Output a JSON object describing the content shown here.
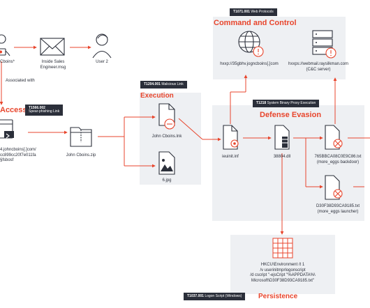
{
  "colors": {
    "accent": "#e8452c",
    "dark": "#2b2f3a",
    "panel": "#eef0f3"
  },
  "top": {
    "user1": "Cboins*",
    "email": "Inside Sales\nEngineer.msg",
    "user2": "User 2",
    "associated": "Associated with"
  },
  "initial_access": {
    "heading": "Access",
    "tag_id": "T1566.002",
    "tag_text": "Spear-phishing Link",
    "url": "4.johncboins[.]com/\ncc899cc20f7e011fa\n§fsbosf",
    "zip": "John Cboins.zip"
  },
  "execution": {
    "heading": "Execution",
    "tag_id": "T1204.001",
    "tag_text": "Malicious Link",
    "lnk": "John Cboins.lnk",
    "jpg": "6.jpg"
  },
  "c2": {
    "heading": "Command and Control",
    "tag_id": "T1071.001",
    "tag_text": "Web Protocols",
    "url1": "hxxp://35gbhv.jogncboins[.]com",
    "url2": "hxxps://webmail.raysilkman.com\n(C&C server)"
  },
  "defense": {
    "heading": "Defense Evasion",
    "tag_id": "T1218",
    "tag_text": "System Binary Proxy Execution",
    "inf": "ieuinit.inf",
    "dll": "38804.dll",
    "backdoor": "765BBCA08C0E9C86.txt\n(more_eggs backdoor)",
    "launcher": "D30F38D93CA9185.txt\n(more_eggs launcher)"
  },
  "persistence": {
    "heading": "Persistence",
    "tag_id": "T1037.001",
    "tag_text": "Logon Script (Windows)",
    "reg": "HKCU\\Environment /t 1\n/v userinitmprlogonscript\n/d cscript \"-ejsCript \"%APPDATA%\\\nMicrosoft\\D30F38D93CA9185.txt\""
  }
}
